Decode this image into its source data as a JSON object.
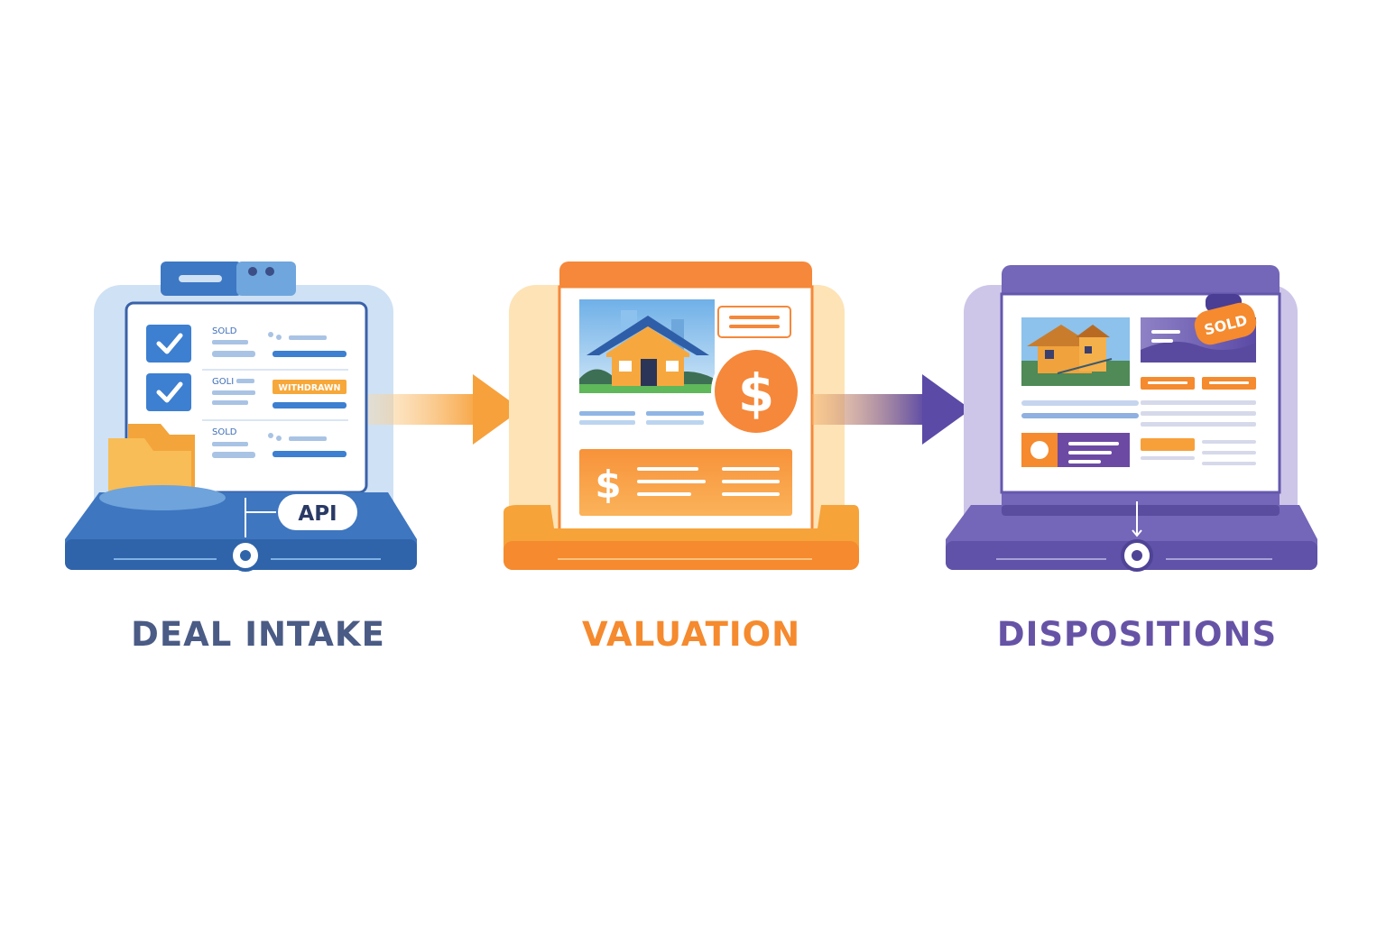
{
  "colors": {
    "intake": "#4a5b85",
    "valuation": "#f58a2e",
    "dispositions": "#6653a6",
    "blue": "#3f79c6",
    "orange": "#f5903a",
    "purple": "#7466b8"
  },
  "stages": [
    {
      "id": "intake",
      "label": "DEAL INTAKE",
      "badge": "API",
      "rows": [
        {
          "tag": "SOLD",
          "status": ""
        },
        {
          "tag": "GOLI",
          "status": "WITHDRAWN"
        },
        {
          "tag": "SOLD",
          "status": ""
        }
      ],
      "icons": [
        "checkbox-checked-icon",
        "checkbox-checked-icon",
        "folder-icon"
      ]
    },
    {
      "id": "valuation",
      "label": "VALUATION",
      "icons": [
        "house-icon",
        "dollar-coin-icon",
        "dollar-sign-icon"
      ]
    },
    {
      "id": "dispositions",
      "label": "DISPOSITIONS",
      "badge": "SOLD",
      "icons": [
        "house-icon",
        "sold-tag-icon"
      ]
    }
  ],
  "connectors": [
    "arrow-right-icon",
    "arrow-right-icon"
  ]
}
